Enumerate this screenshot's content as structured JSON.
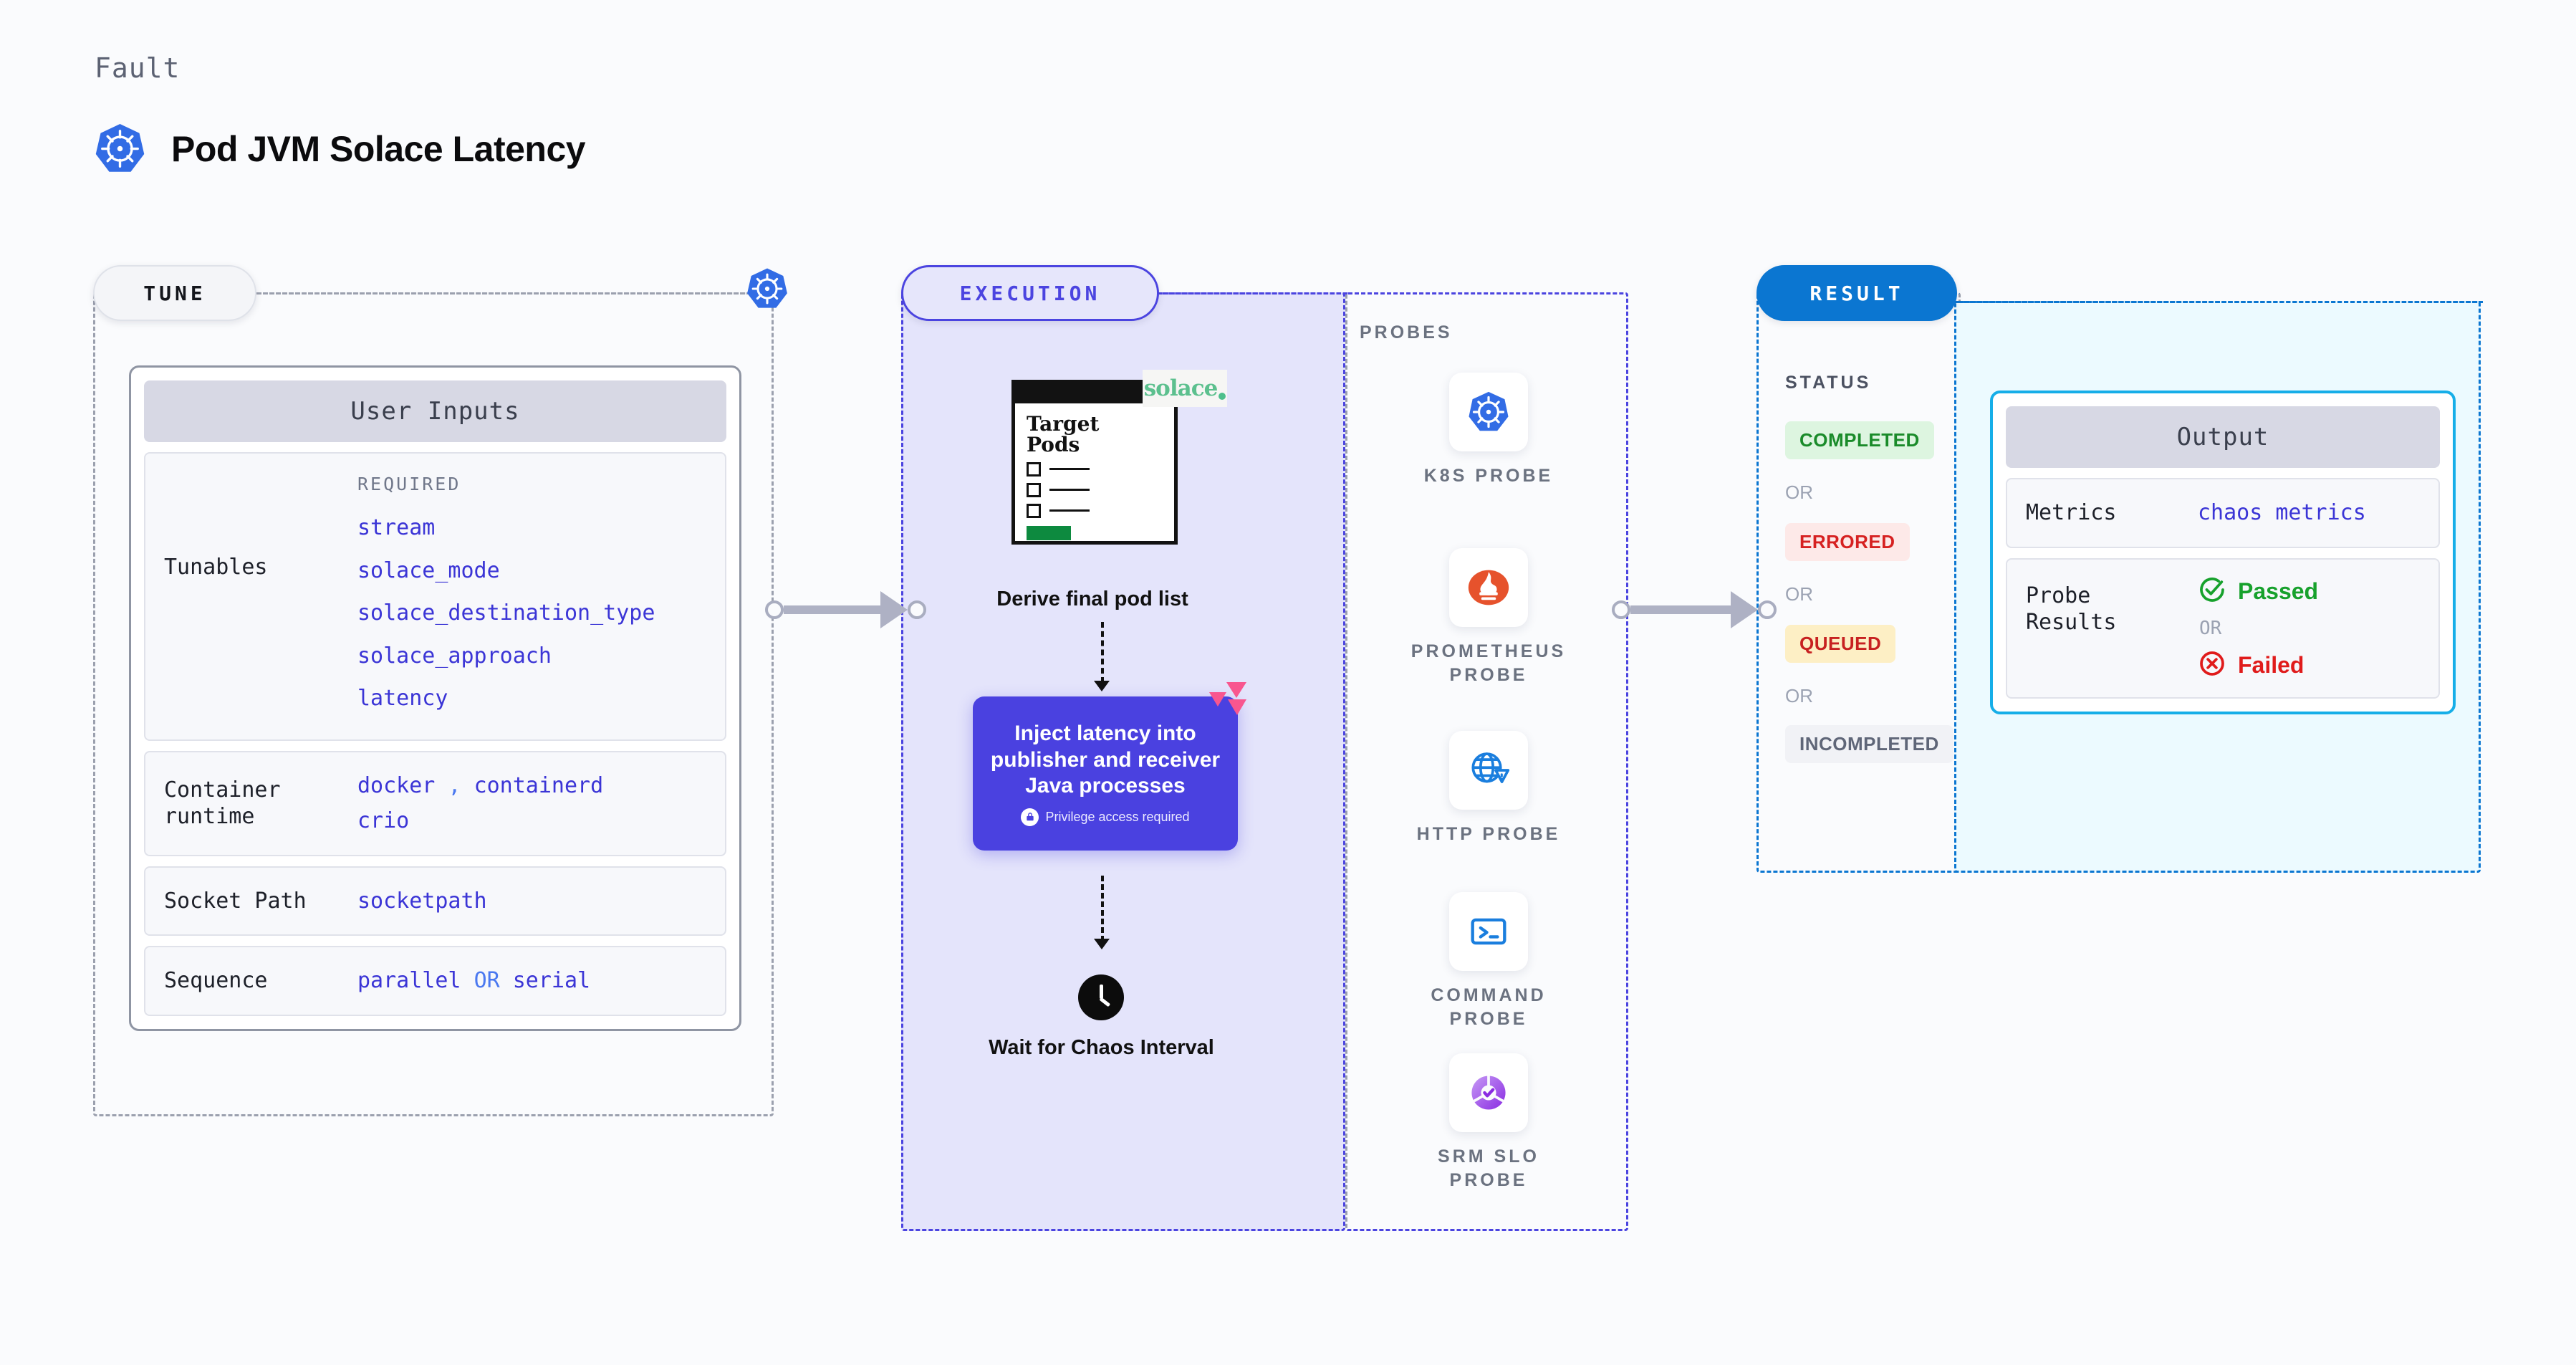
{
  "header": {
    "eyebrow": "Fault",
    "title": "Pod JVM Solace Latency",
    "icon": "kubernetes-icon"
  },
  "stages": {
    "tune": "TUNE",
    "execution": "EXECUTION",
    "result": "RESULT"
  },
  "tune": {
    "card_title": "User Inputs",
    "rows": [
      {
        "label": "Tunables",
        "required_label": "REQUIRED",
        "values": [
          "stream",
          "solace_mode",
          "solace_destination_type",
          "solace_approach",
          "latency"
        ]
      },
      {
        "label": "Container runtime",
        "values_line1": "docker",
        "separator": ",",
        "values_line1b": "containerd",
        "values_line2": "crio"
      },
      {
        "label": "Socket Path",
        "value": "socketpath"
      },
      {
        "label": "Sequence",
        "value_a": "parallel",
        "or": "OR",
        "value_b": "serial"
      }
    ]
  },
  "execution": {
    "pods_card": {
      "title_line1": "Target",
      "title_line2": "Pods"
    },
    "vendor_logo": "solace",
    "derive_label": "Derive final pod list",
    "inject": {
      "text": "Inject latency into publisher and receiver Java processes",
      "privilege_note": "Privilege access required",
      "icon": "lock-icon",
      "badge_icon": "litmus-chaos-icon",
      "color": "#4a41e0"
    },
    "wait": {
      "label": "Wait for Chaos Interval",
      "icon": "clock-icon"
    }
  },
  "probes": {
    "title": "PROBES",
    "items": [
      {
        "label": "K8S PROBE",
        "icon": "kubernetes-icon"
      },
      {
        "label": "PROMETHEUS PROBE",
        "icon": "prometheus-icon"
      },
      {
        "label": "HTTP PROBE",
        "icon": "globe-warning-icon"
      },
      {
        "label": "COMMAND PROBE",
        "icon": "terminal-icon"
      },
      {
        "label": "SRM SLO PROBE",
        "icon": "slo-donut-icon"
      }
    ]
  },
  "result": {
    "status_title": "STATUS",
    "or_label": "OR",
    "badges": [
      {
        "label": "COMPLETED",
        "color": "#1a8b2a",
        "bg": "#ddf5e0"
      },
      {
        "label": "ERRORED",
        "color": "#d62121",
        "bg": "#fde9e8"
      },
      {
        "label": "QUEUED",
        "color": "#c72121",
        "bg": "#fdefc5"
      },
      {
        "label": "INCOMPLETED",
        "color": "#5f6678",
        "bg": "#f1f2f6"
      }
    ]
  },
  "output": {
    "card_title": "Output",
    "metrics_label": "Metrics",
    "metrics_value": "chaos metrics",
    "probe_results_label": "Probe Results",
    "passed": "Passed",
    "or_label": "OR",
    "failed": "Failed",
    "passed_icon": "check-circle-icon",
    "failed_icon": "x-circle-icon"
  },
  "colors": {
    "accent_purple": "#4b44e0",
    "accent_blue": "#0b76d1",
    "accent_cyan": "#16aee8",
    "k8s_blue": "#326ce5"
  }
}
